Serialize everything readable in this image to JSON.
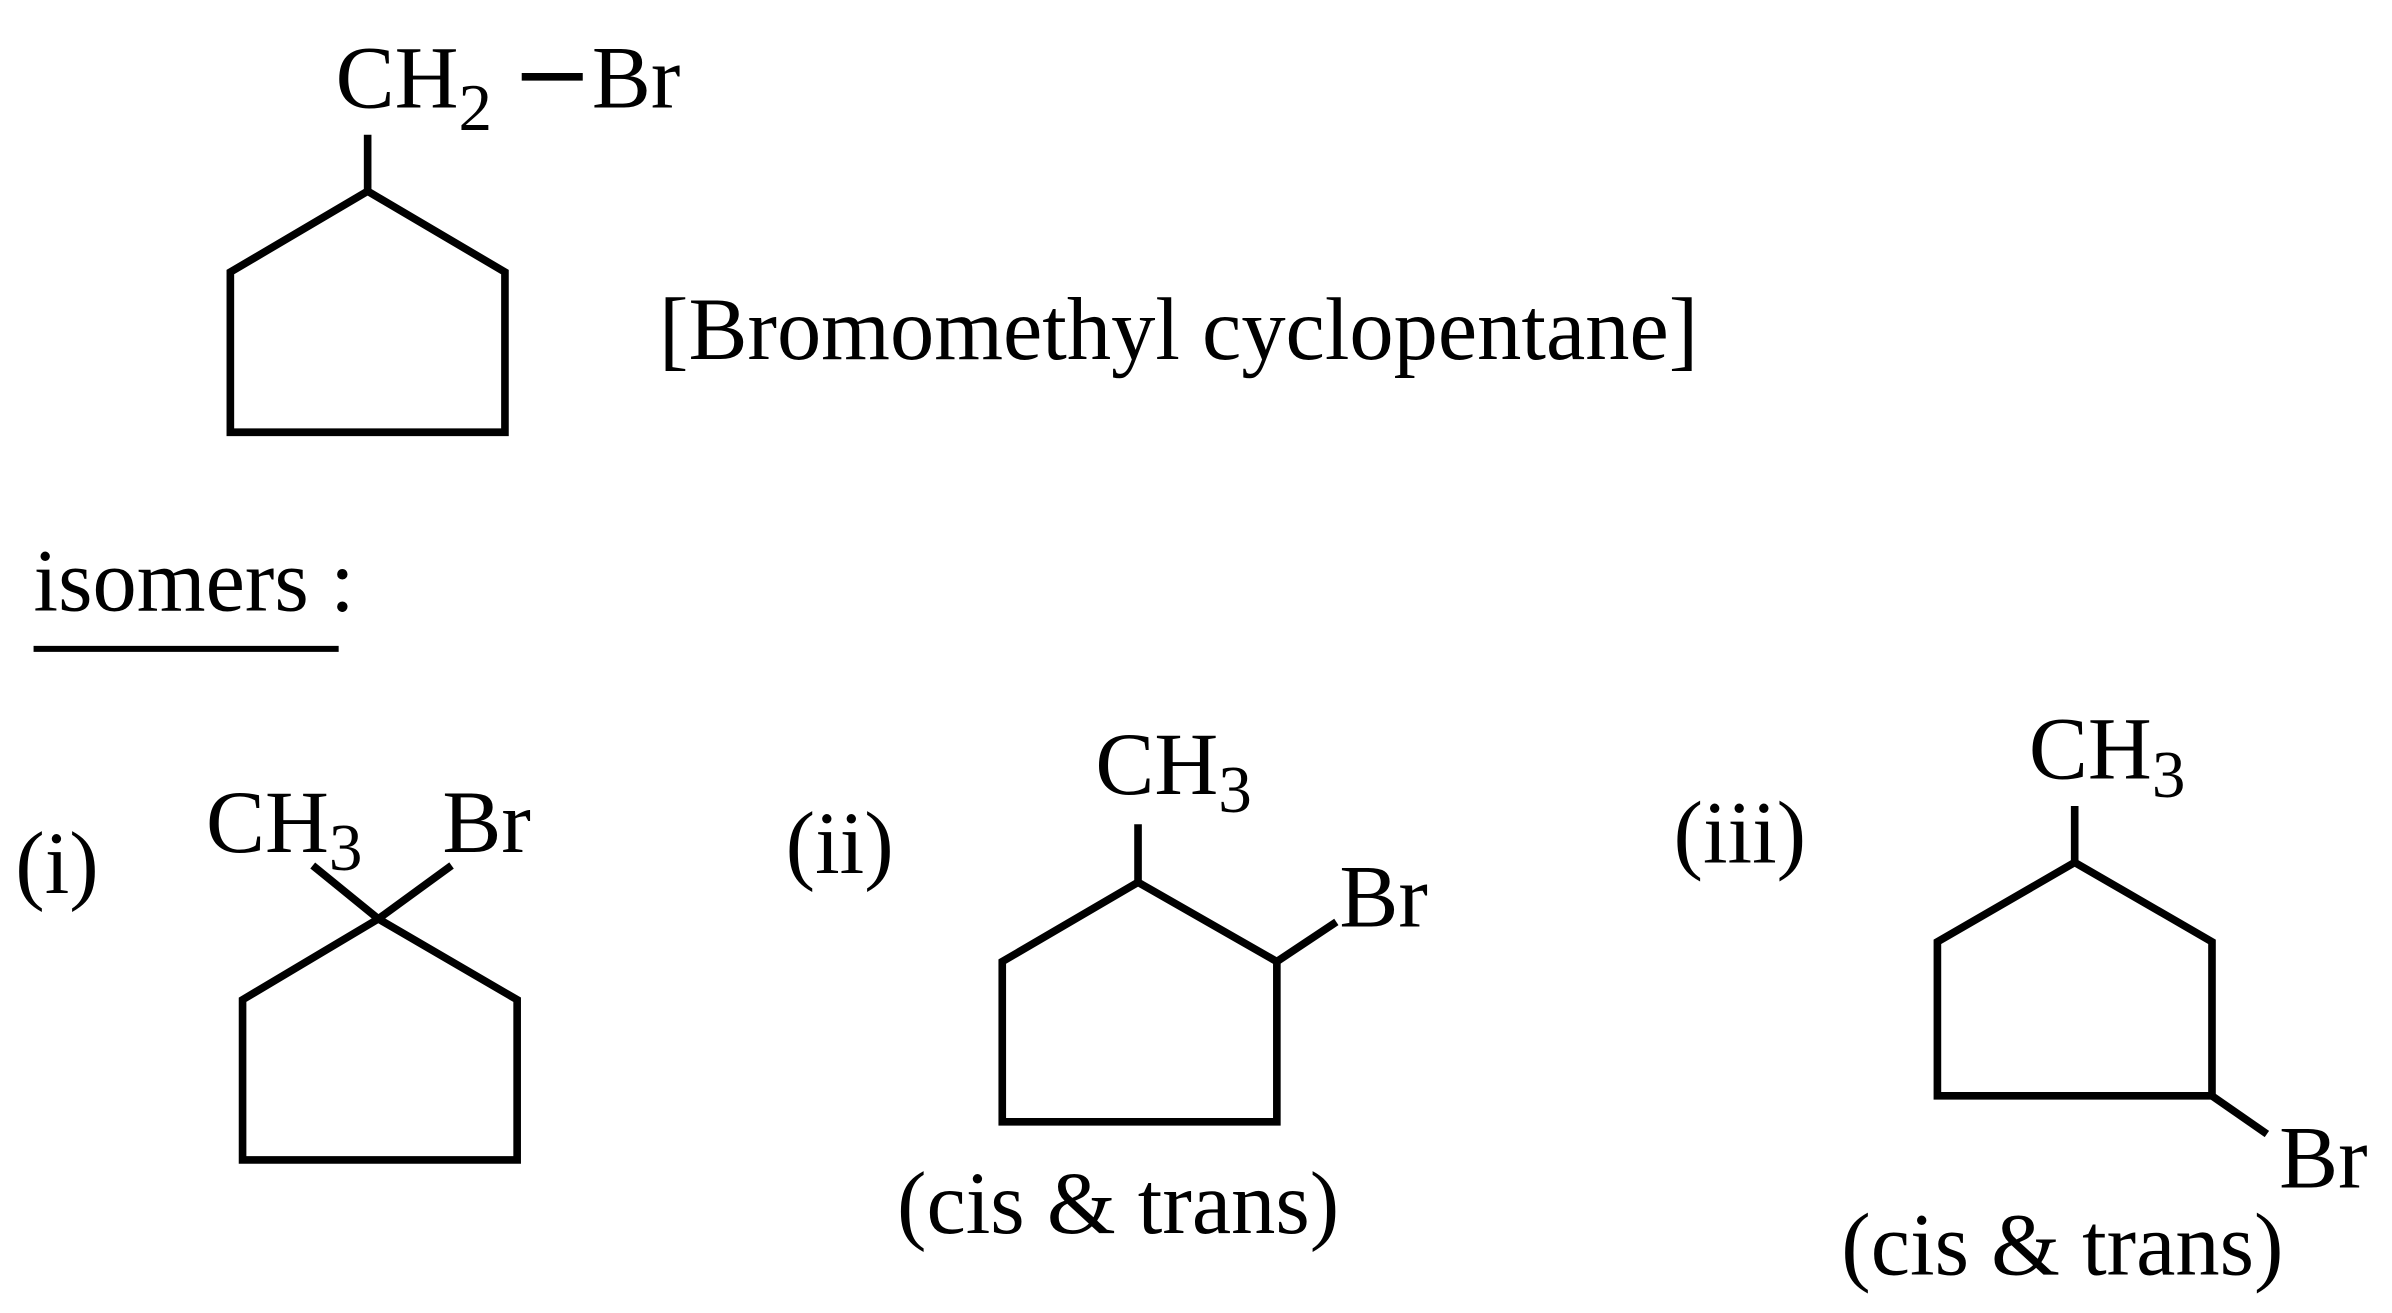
{
  "main": {
    "ch2": "CH",
    "ch2_sub": "2",
    "br": "Br",
    "name": "[Bromomethyl cyclopentane]"
  },
  "isomers_heading": "isomers",
  "isomers_colon": ":",
  "isomers": [
    {
      "label": "(i)",
      "ch3": "CH",
      "ch3_sub": "3",
      "br": "Br"
    },
    {
      "label": "(ii)",
      "ch3": "CH",
      "ch3_sub": "3",
      "br": "Br",
      "note": "(cis & trans)"
    },
    {
      "label": "(iii)",
      "ch3": "CH",
      "ch3_sub": "3",
      "br": "Br",
      "note": "(cis & trans)"
    }
  ]
}
